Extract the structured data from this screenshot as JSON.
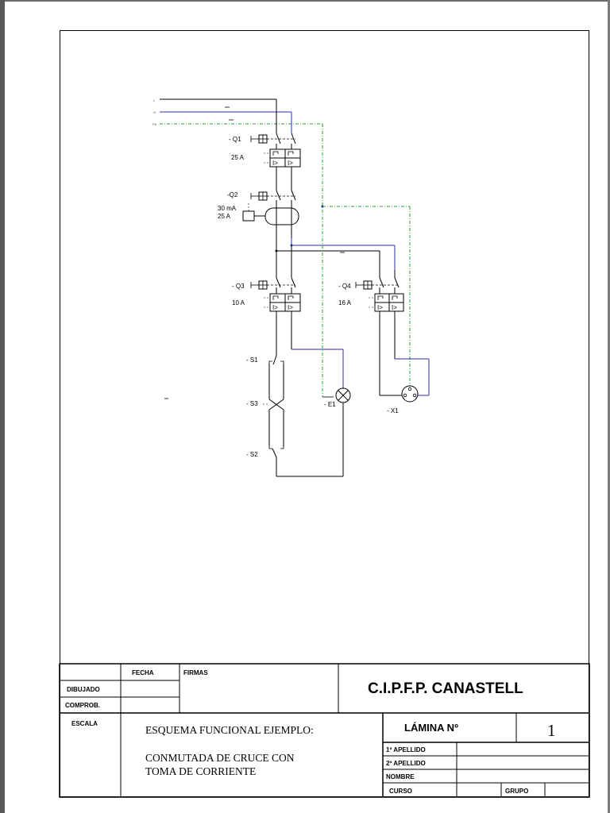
{
  "schematic": {
    "lines": {
      "line": "L",
      "neutral": "N",
      "earth": "PE"
    },
    "devices": {
      "q1": {
        "tag": "- Q1",
        "rating": "25  A"
      },
      "q2": {
        "tag": "-Q2",
        "sensitivity": "30 mA",
        "rating": "25 A"
      },
      "q3": {
        "tag": "- Q3",
        "rating": "10  A"
      },
      "q4": {
        "tag": "- Q4",
        "rating": "16  A"
      },
      "s1": {
        "tag": "- S1"
      },
      "s3": {
        "tag": "- S3"
      },
      "s2": {
        "tag": "- S2"
      },
      "e1": {
        "tag": "- E1"
      },
      "x1": {
        "tag": "- X1"
      }
    },
    "trip_symbol": "I>",
    "colors": {
      "line": "#000000",
      "neutral": "#2b2bb0",
      "earth": "#22a022"
    }
  },
  "title_block": {
    "headers": {
      "fecha": "FECHA",
      "firmas": "FIRMAS"
    },
    "rows": {
      "dibujado": "DIBUJADO",
      "comprob": "COMPROB.",
      "escala": "ESCALA"
    },
    "school": "C.I.P.F.P. CANASTELL",
    "description": {
      "line1": "ESQUEMA FUNCIONAL EJEMPLO:",
      "line2": "CONMUTADA DE CRUCE CON",
      "line3": "TOMA DE CORRIENTE"
    },
    "lamina": {
      "label": "LÁMINA Nº",
      "number": "1"
    },
    "fields": {
      "apellido1": "1º APELLIDO",
      "apellido2": "2º APELLIDO",
      "nombre": "NOMBRE",
      "curso": "CURSO",
      "grupo": "GRUPO"
    }
  }
}
